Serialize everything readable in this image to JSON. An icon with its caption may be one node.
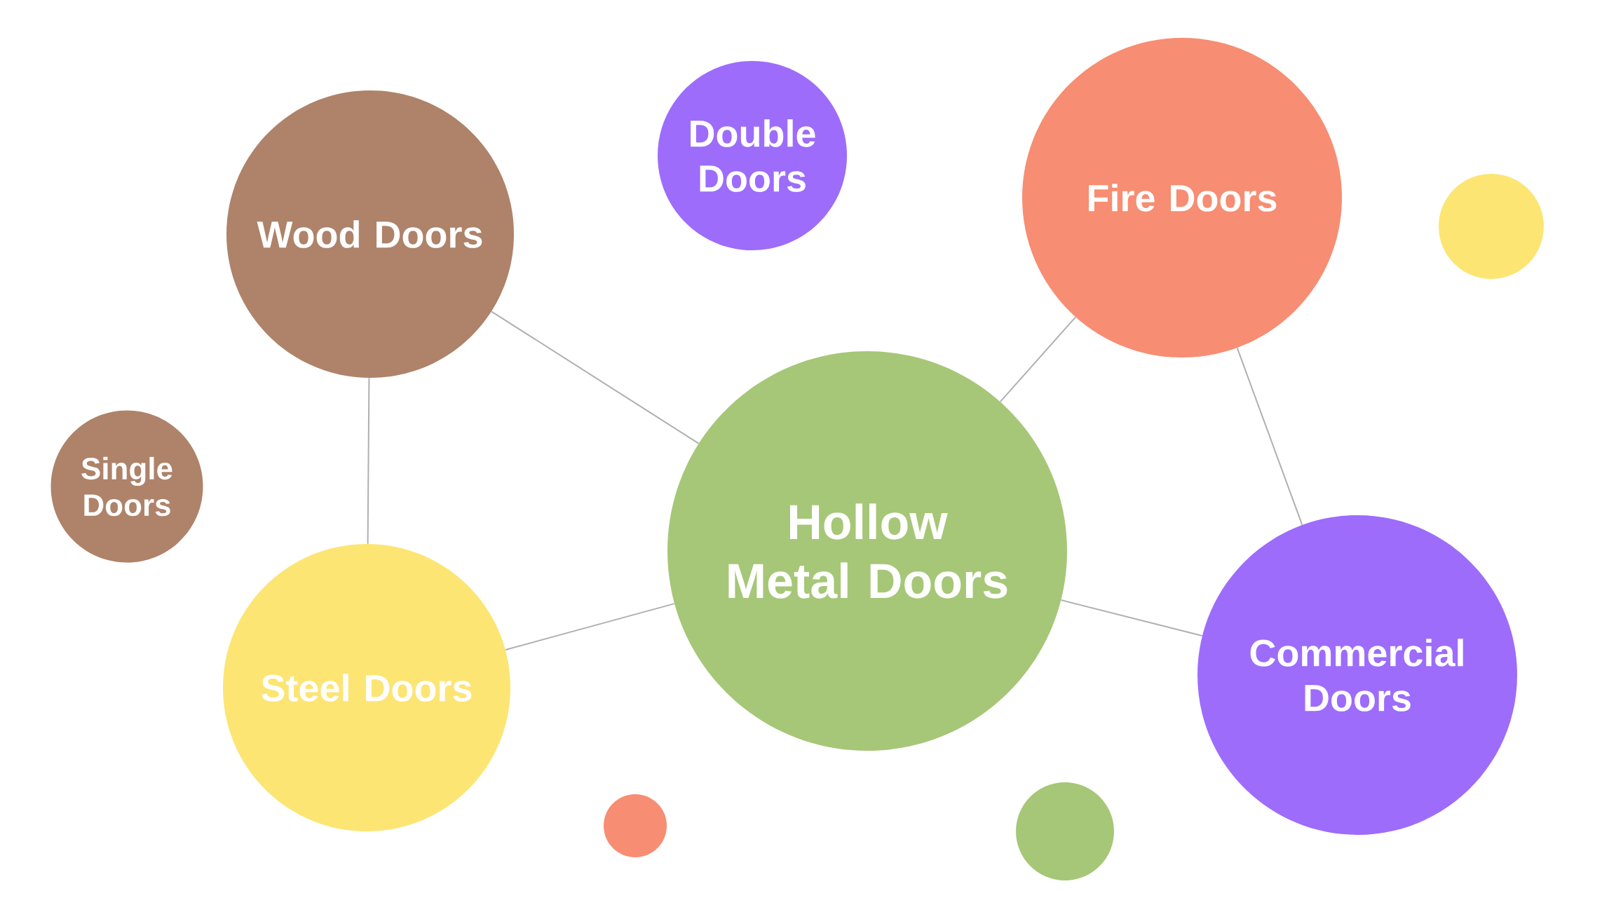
{
  "diagram": {
    "nodes": [
      {
        "text": [
          "Wood Doors"
        ]
      },
      {
        "text": [
          "Double Doors"
        ]
      },
      {
        "text": [
          "Fire Doors"
        ]
      },
      {
        "text": [],
        "shape": "circle"
      },
      {
        "text": [
          "Single Doors"
        ]
      },
      {
        "text": [
          "Hollow Metal Doors"
        ]
      },
      {
        "text": [
          "Steel Doors"
        ]
      },
      {
        "text": [
          "Commercial Doors"
        ]
      },
      {
        "text": [],
        "shape": "circle"
      },
      {
        "text": [],
        "shape": "circle"
      }
    ],
    "edges": [
      {
        "from": 0,
        "to": 5,
        "arrow": "none"
      },
      {
        "from": 0,
        "to": 6,
        "arrow": "none"
      },
      {
        "from": 6,
        "to": 5,
        "arrow": "none"
      },
      {
        "from": 5,
        "to": 2,
        "arrow": "none"
      },
      {
        "from": 2,
        "to": 7,
        "arrow": "none"
      },
      {
        "from": 5,
        "to": 7,
        "arrow": "none"
      }
    ]
  }
}
